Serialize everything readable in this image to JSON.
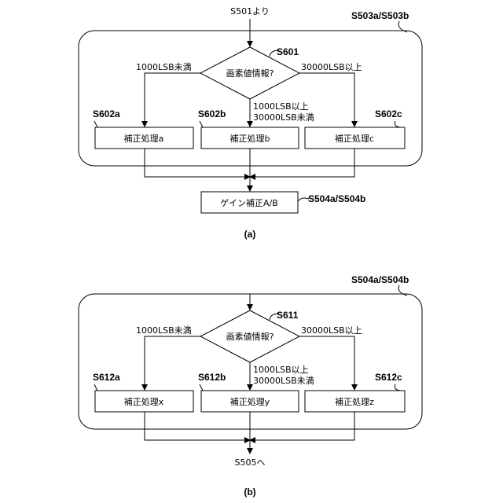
{
  "diagram_a": {
    "from_label": "S501より",
    "frame_label": "S503a/S503b",
    "decision_label": "S601",
    "decision_text": "画素値情報?",
    "branch_left": "1000LSB未満",
    "branch_right": "30000LSB以上",
    "branch_mid_1": "1000LSB以上",
    "branch_mid_2": "30000LSB未満",
    "step_a_label": "S602a",
    "step_b_label": "S602b",
    "step_c_label": "S602c",
    "step_a_text": "補正処理a",
    "step_b_text": "補正処理b",
    "step_c_text": "補正処理c",
    "out_box_text": "ゲイン補正A/B",
    "out_box_label": "S504a/S504b",
    "caption": "(a)"
  },
  "diagram_b": {
    "frame_label": "S504a/S504b",
    "decision_label": "S611",
    "decision_text": "画素値情報?",
    "branch_left": "1000LSB未満",
    "branch_right": "30000LSB以上",
    "branch_mid_1": "1000LSB以上",
    "branch_mid_2": "30000LSB未満",
    "step_a_label": "S612a",
    "step_b_label": "S612b",
    "step_c_label": "S612c",
    "step_a_text": "補正処理x",
    "step_b_text": "補正処理y",
    "step_c_text": "補正処理z",
    "to_label": "S505へ",
    "caption": "(b)"
  }
}
